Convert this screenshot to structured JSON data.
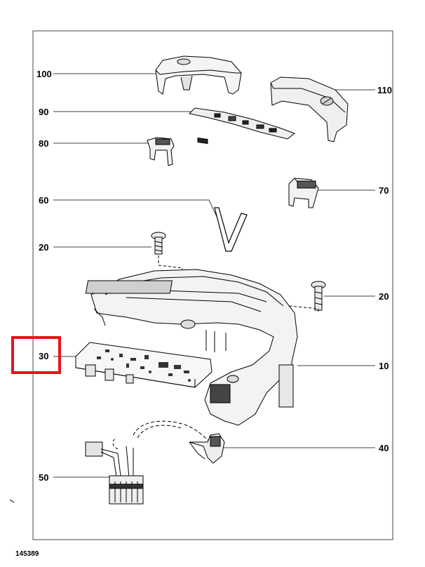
{
  "diagram": {
    "drawing_number": "145389",
    "highlight_color": "#e8141b",
    "highlighted_part": "30",
    "callouts": {
      "left": [
        {
          "id": "100",
          "label": "100"
        },
        {
          "id": "90",
          "label": "90"
        },
        {
          "id": "80",
          "label": "80"
        },
        {
          "id": "60",
          "label": "60"
        },
        {
          "id": "20a",
          "label": "20"
        },
        {
          "id": "30",
          "label": "30"
        },
        {
          "id": "50",
          "label": "50"
        }
      ],
      "right": [
        {
          "id": "110",
          "label": "110"
        },
        {
          "id": "70",
          "label": "70"
        },
        {
          "id": "20b",
          "label": "20"
        },
        {
          "id": "10",
          "label": "10"
        },
        {
          "id": "40",
          "label": "40"
        }
      ]
    }
  }
}
